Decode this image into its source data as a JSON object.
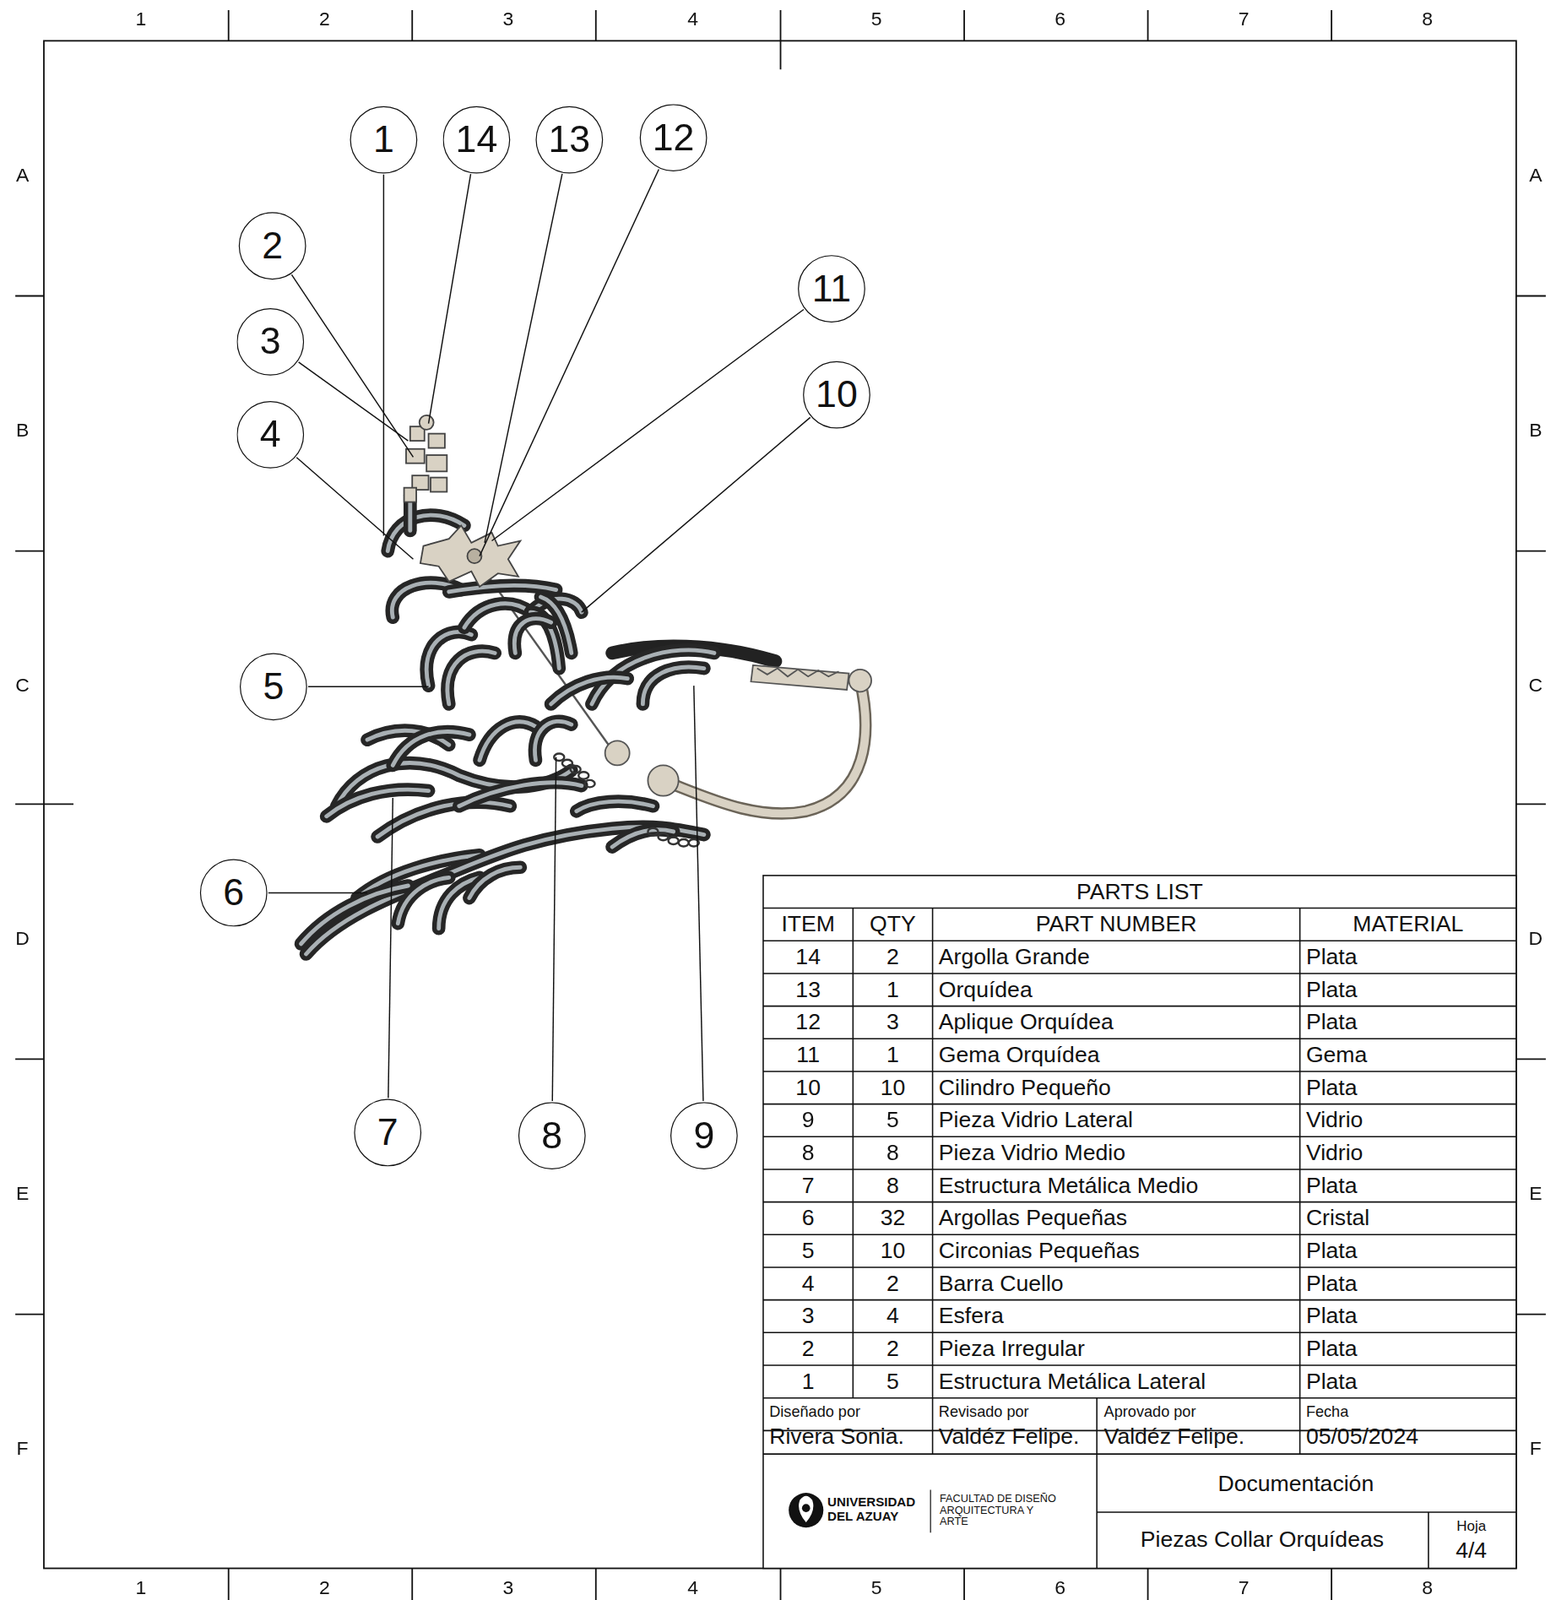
{
  "diagram": {
    "nodes": [
      {
        "text": [
          "1"
        ]
      },
      {
        "text": [
          "14"
        ]
      },
      {
        "text": [
          "13"
        ]
      },
      {
        "text": [
          "12"
        ]
      },
      {
        "text": [
          "2"
        ]
      },
      {
        "text": [
          "3"
        ]
      },
      {
        "text": [
          "4"
        ]
      },
      {
        "text": [
          "11"
        ]
      },
      {
        "text": [
          "10"
        ]
      },
      {
        "text": [
          "5"
        ]
      },
      {
        "text": [
          "6"
        ]
      },
      {
        "text": [
          "7"
        ]
      },
      {
        "text": [
          "8"
        ]
      },
      {
        "text": [
          "9"
        ]
      }
    ],
    "labels": [
      "1",
      "2",
      "3",
      "4",
      "5",
      "6",
      "7",
      "8",
      "1",
      "2",
      "3",
      "4",
      "5",
      "6",
      "7",
      "8",
      "A",
      "B",
      "C",
      "D",
      "E",
      "F",
      "A",
      "B",
      "C",
      "D",
      "E",
      "F",
      "PARTS LIST",
      "ITEM",
      "QTY",
      "PART NUMBER",
      "MATERIAL",
      "14",
      "2",
      "Argolla Grande",
      "Plata",
      "13",
      "1",
      "Orquídea",
      "Plata",
      "12",
      "3",
      "Aplique Orquídea",
      "Plata",
      "11",
      "1",
      "Gema Orquídea",
      "Gema",
      "10",
      "10",
      "Cilindro Pequeño",
      "Plata",
      "9",
      "5",
      "Pieza Vidrio Lateral",
      "Vidrio",
      "8",
      "8",
      "Pieza Vidrio Medio",
      "Vidrio",
      "7",
      "8",
      "Estructura Metálica Medio",
      "Plata",
      "6",
      "32",
      "Argollas Pequeñas",
      "Cristal",
      "5",
      "10",
      "Circonias Pequeñas",
      "Plata",
      "4",
      "2",
      "Barra Cuello",
      "Plata",
      "3",
      "4",
      "Esfera",
      "Plata",
      "2",
      "2",
      "Pieza Irregular",
      "Plata",
      "1",
      "5",
      "Estructura Metálica Lateral",
      "Plata",
      "Diseñado por",
      "Rivera Sonia.",
      "Revisado por",
      "Valdéz Felipe.",
      "Aprovado por",
      "Valdéz Felipe.",
      "Fecha",
      "05/05/2024",
      "UNIVERSIDAD DEL AZUAY",
      "FACULTAD DE DISEÑO ARQUITECTURA Y ARTE",
      "Documentación",
      "Piezas Collar Orquídeas",
      "Hoja",
      "4/4"
    ]
  }
}
